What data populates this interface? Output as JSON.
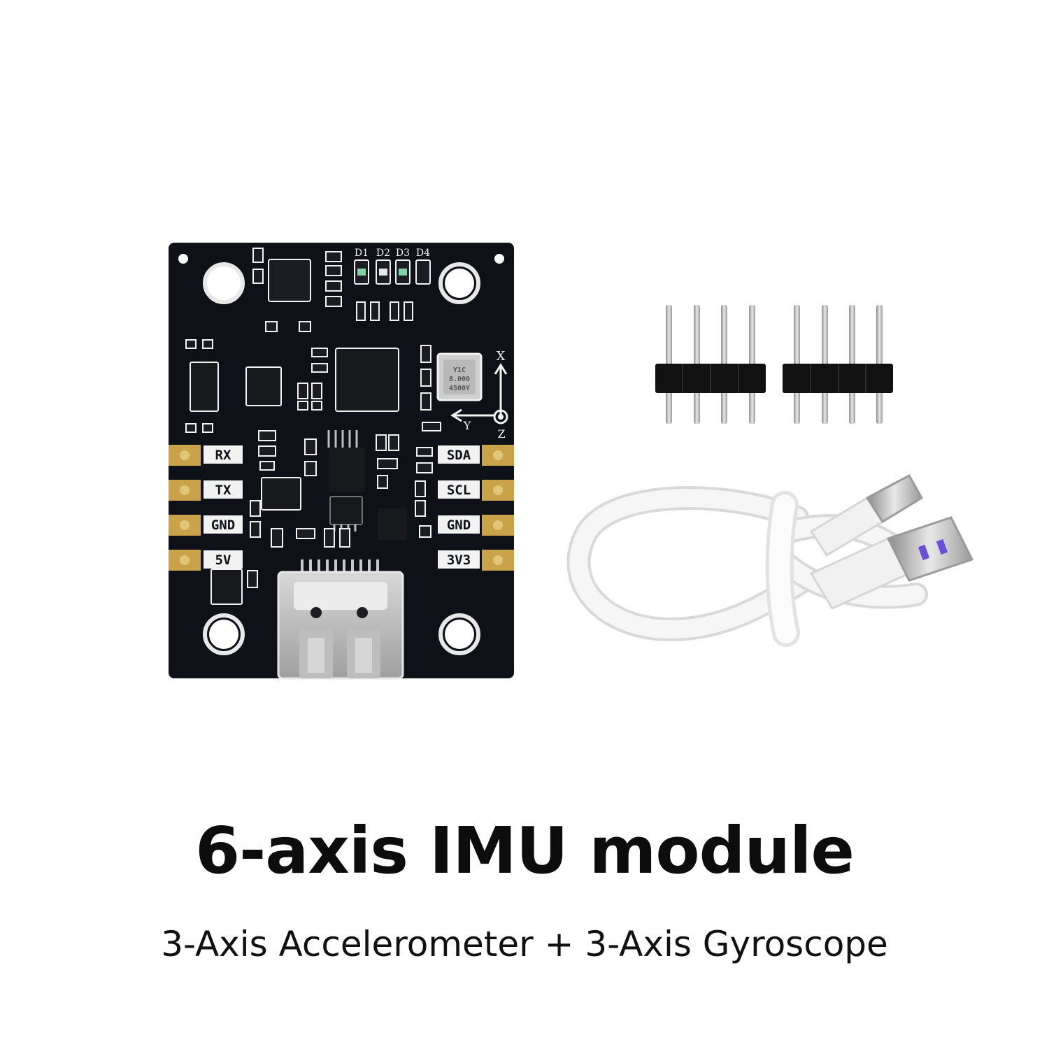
{
  "product": {
    "title": "6-axis IMU module",
    "subtitle": "3-Axis Accelerometer + 3-Axis Gyroscope"
  },
  "board": {
    "pins_left": [
      "RX",
      "TX",
      "GND",
      "5V"
    ],
    "pins_right": [
      "SDA",
      "SCL",
      "GND",
      "3V3"
    ],
    "led_labels": [
      "D1",
      "D2",
      "D3",
      "D4"
    ],
    "axis_labels": {
      "x": "X",
      "y": "Y",
      "z": "Z"
    },
    "crystal_text": [
      "Y1C",
      "8.000",
      "4500Y"
    ]
  },
  "colors": {
    "pcb": "#0e1117",
    "silkscreen": "#f2f2f2",
    "gold": "#c9a24a",
    "cable": "#f4f4f4",
    "usb_accent": "#6a4fd8"
  }
}
